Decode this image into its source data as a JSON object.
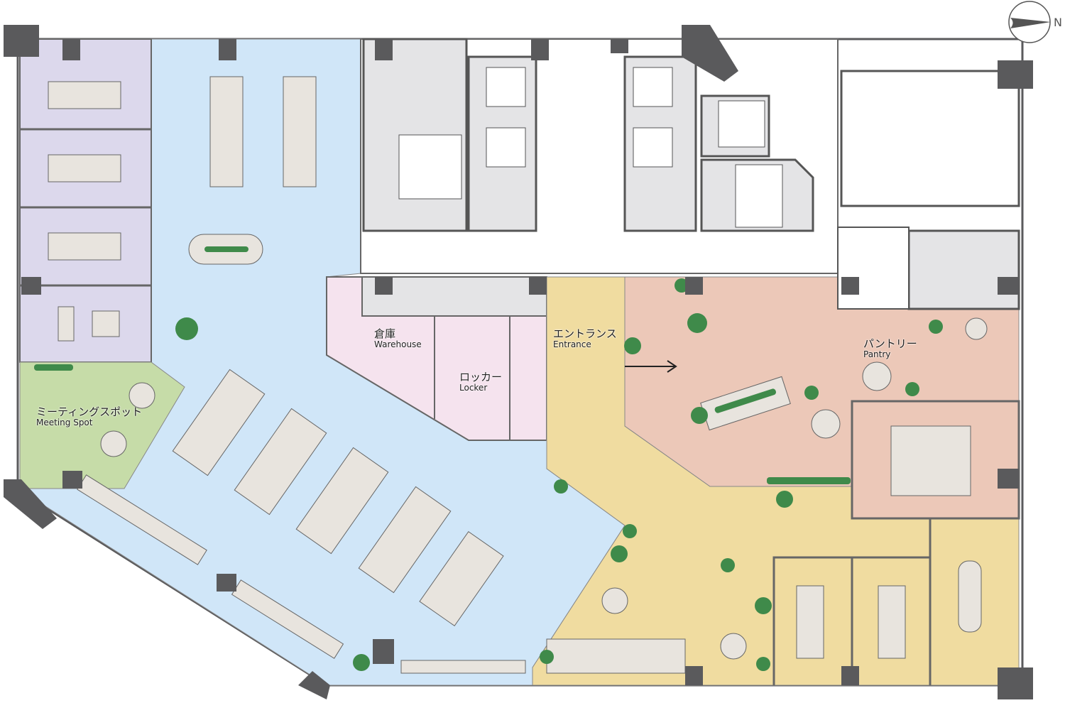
{
  "title": "Office floor plan",
  "compass": {
    "label": "N",
    "icon": "north-arrow-icon"
  },
  "colors": {
    "meeting_rooms": "#dcd8ec",
    "meeting_spot": "#c6dca8",
    "open_office": "#d0e6f8",
    "storage": "#f5e3ee",
    "entrance": "#f0dca0",
    "pantry": "#ecc8b8",
    "core": "#e4e4e6",
    "wall": "#5a5a5c",
    "furniture": "#e8e4de"
  },
  "zones": [
    {
      "id": "warehouse",
      "jp": "倉庫",
      "en": "Warehouse"
    },
    {
      "id": "locker",
      "jp": "ロッカー",
      "en": "Locker"
    },
    {
      "id": "entrance",
      "jp": "エントランス",
      "en": "Entrance"
    },
    {
      "id": "pantry",
      "jp": "パントリー",
      "en": "Pantry"
    },
    {
      "id": "meeting-spot",
      "jp": "ミーティングスポット",
      "en": "Meeting Spot"
    }
  ]
}
